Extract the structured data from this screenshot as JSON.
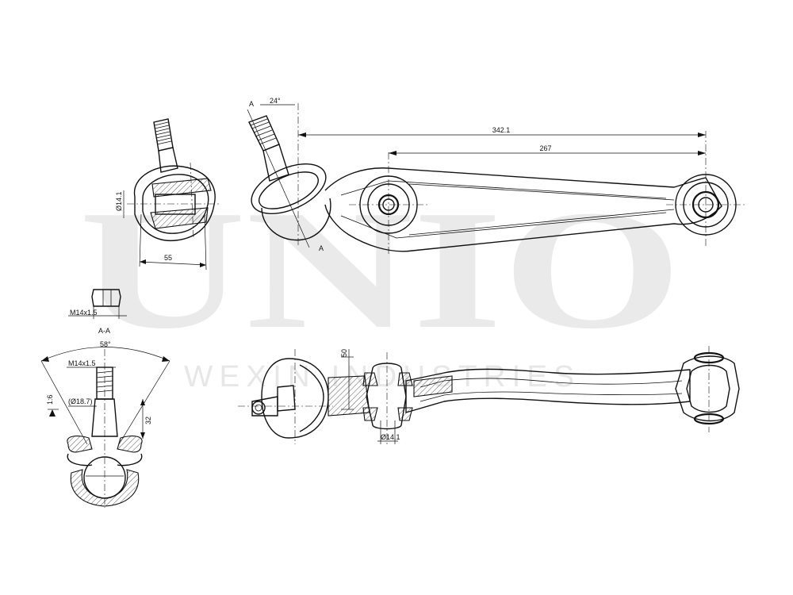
{
  "watermark": {
    "brand": "UNIO",
    "sub": "WEXIN INDUSTRIES"
  },
  "section_view": {
    "title": "A-A",
    "angle_label": "58°",
    "thread_label": "M14x1.5",
    "diameter_label": "(Ø18.7)",
    "taper_label": "1:6",
    "height_label": "32"
  },
  "nut_view": {
    "thread_label": "M14x1.5"
  },
  "side_view": {
    "diameter_label": "Ø14.1",
    "width_label": "55"
  },
  "top_view": {
    "section_marker_top": "A",
    "section_marker_bottom": "A",
    "angle_label": "24°",
    "overall_length_label": "342.1",
    "bushing_distance_label": "267"
  },
  "bottom_view": {
    "height_label": "50",
    "diameter_label": "Ø14.1"
  }
}
